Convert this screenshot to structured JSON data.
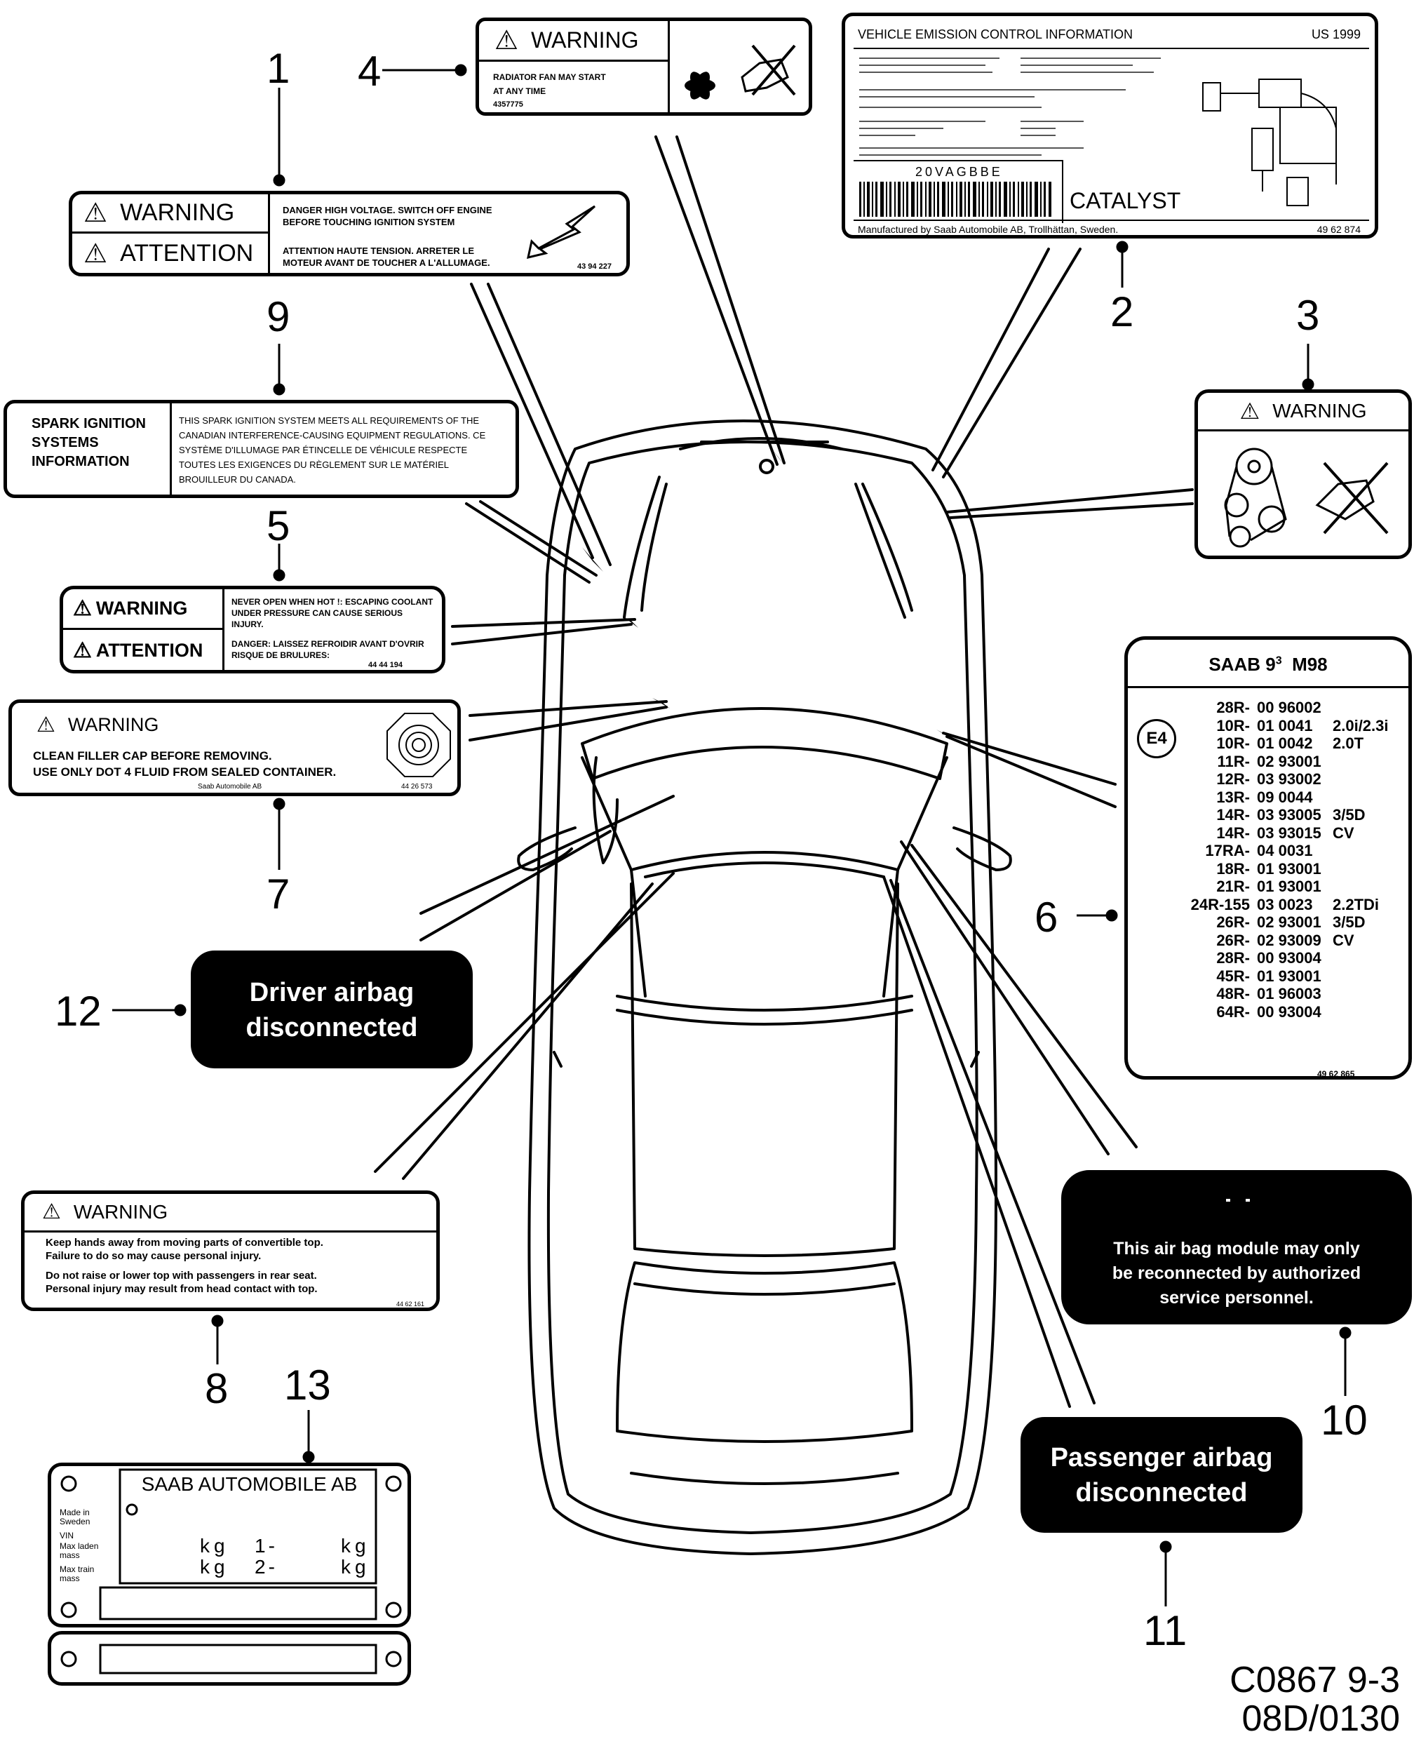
{
  "callouts": {
    "c1": "1",
    "c2": "2",
    "c3": "3",
    "c4": "4",
    "c5": "5",
    "c6": "6",
    "c7": "7",
    "c8": "8",
    "c9": "9",
    "c10": "10",
    "c11": "11",
    "c12": "12",
    "c13": "13"
  },
  "label1": {
    "warning": "WARNING",
    "attention": "ATTENTION",
    "text1": "DANGER HIGH VOLTAGE. SWITCH OFF ENGINE BEFORE TOUCHING IGNITION SYSTEM",
    "text2": "ATTENTION HAUTE TENSION. ARRETER LE MOTEUR AVANT DE TOUCHER A L'ALLUMAGE.",
    "part": "43 94 227"
  },
  "label2": {
    "title": "VEHICLE EMISSION CONTROL INFORMATION",
    "year": "US 1999",
    "barcode": "20VAGBBE",
    "catalyst": "CATALYST",
    "manufacturer": "Manufactured by Saab Automobile AB, Trollhättan, Sweden.",
    "part": "49 62 874"
  },
  "label3": {
    "warning": "WARNING"
  },
  "label4": {
    "warning": "WARNING",
    "line1": "RADIATOR FAN MAY START",
    "line2": "AT ANY TIME",
    "part": "4357775"
  },
  "label5": {
    "warning": "WARNING",
    "attention": "ATTENTION",
    "text1": "NEVER OPEN WHEN HOT !: ESCAPING COOLANT UNDER PRESSURE CAN CAUSE SERIOUS INJURY.",
    "text2": "DANGER: LAISSEZ REFROIDIR AVANT D'OVRIR RISQUE DE BRULURES:",
    "part": "44 44 194"
  },
  "label6": {
    "title": "SAAB 9",
    "title_sup": "3",
    "title_model": "M98",
    "emark": "E4",
    "part": "49 62 865",
    "rows": [
      {
        "code": "28R-",
        "num": "00 96002",
        "note": ""
      },
      {
        "code": "10R-",
        "num": "01 0041",
        "note": "2.0i/2.3i"
      },
      {
        "code": "10R-",
        "num": "01 0042",
        "note": "2.0T"
      },
      {
        "code": "11R-",
        "num": "02 93001",
        "note": ""
      },
      {
        "code": "12R-",
        "num": "03 93002",
        "note": ""
      },
      {
        "code": "13R-",
        "num": "09 0044",
        "note": ""
      },
      {
        "code": "14R-",
        "num": "03 93005",
        "note": "3/5D"
      },
      {
        "code": "14R-",
        "num": "03 93015",
        "note": "CV"
      },
      {
        "code": "17RA-",
        "num": "04 0031",
        "note": ""
      },
      {
        "code": "18R-",
        "num": "01 93001",
        "note": ""
      },
      {
        "code": "21R-",
        "num": "01 93001",
        "note": ""
      },
      {
        "code": "24R-155",
        "num": "03 0023",
        "note": "2.2TDi"
      },
      {
        "code": "26R-",
        "num": "02 93001",
        "note": "3/5D"
      },
      {
        "code": "26R-",
        "num": "02 93009",
        "note": "CV"
      },
      {
        "code": "28R-",
        "num": "00 93004",
        "note": ""
      },
      {
        "code": "45R-",
        "num": "01 93001",
        "note": ""
      },
      {
        "code": "48R-",
        "num": "01 96003",
        "note": ""
      },
      {
        "code": "64R-",
        "num": "00 93004",
        "note": ""
      }
    ]
  },
  "label7": {
    "warning": "WARNING",
    "line1": "CLEAN FILLER CAP BEFORE REMOVING.",
    "line2": "USE ONLY DOT 4 FLUID FROM SEALED CONTAINER.",
    "maker": "Saab Automobile AB",
    "part": "44 26 573"
  },
  "label8": {
    "warning": "WARNING",
    "line1": "Keep hands away from moving parts of convertible top.",
    "line2": "Failure to do so may cause personal injury.",
    "line3": "Do not raise or lower top with passengers in rear seat.",
    "line4": "Personal injury may result from head contact with top.",
    "part": "44 62 161"
  },
  "label9": {
    "left": "SPARK IGNITION SYSTEMS INFORMATION",
    "right": "THIS SPARK IGNITION SYSTEM MEETS ALL REQUIREMENTS OF THE CANADIAN INTERFERENCE-CAUSING EQUIPMENT REGULATIONS. CE SYSTÈME D'ILLUMAGE PAR ÉTINCELLE DE VÉHICULE RESPECTE TOUTES LES EXIGENCES DU RÈGLEMENT SUR LE MATÉRIEL BROUILLEUR DU CANADA."
  },
  "label10": {
    "line1": "This air bag module may only",
    "line2": "be reconnected by authorized",
    "line3": "service personnel."
  },
  "label11": {
    "line1": "Passenger airbag",
    "line2": "disconnected"
  },
  "label12": {
    "line1": "Driver airbag",
    "line2": "disconnected"
  },
  "label13": {
    "maker": "SAAB AUTOMOBILE AB",
    "made_in": "Made in Sweden",
    "vin": "VIN",
    "max_laden": "Max laden mass",
    "max_train": "Max train mass",
    "kg": "kg",
    "axle1": "1-",
    "axle2": "2-"
  },
  "footer": {
    "line1": "C0867 9-3",
    "line2": "08D/0130"
  }
}
